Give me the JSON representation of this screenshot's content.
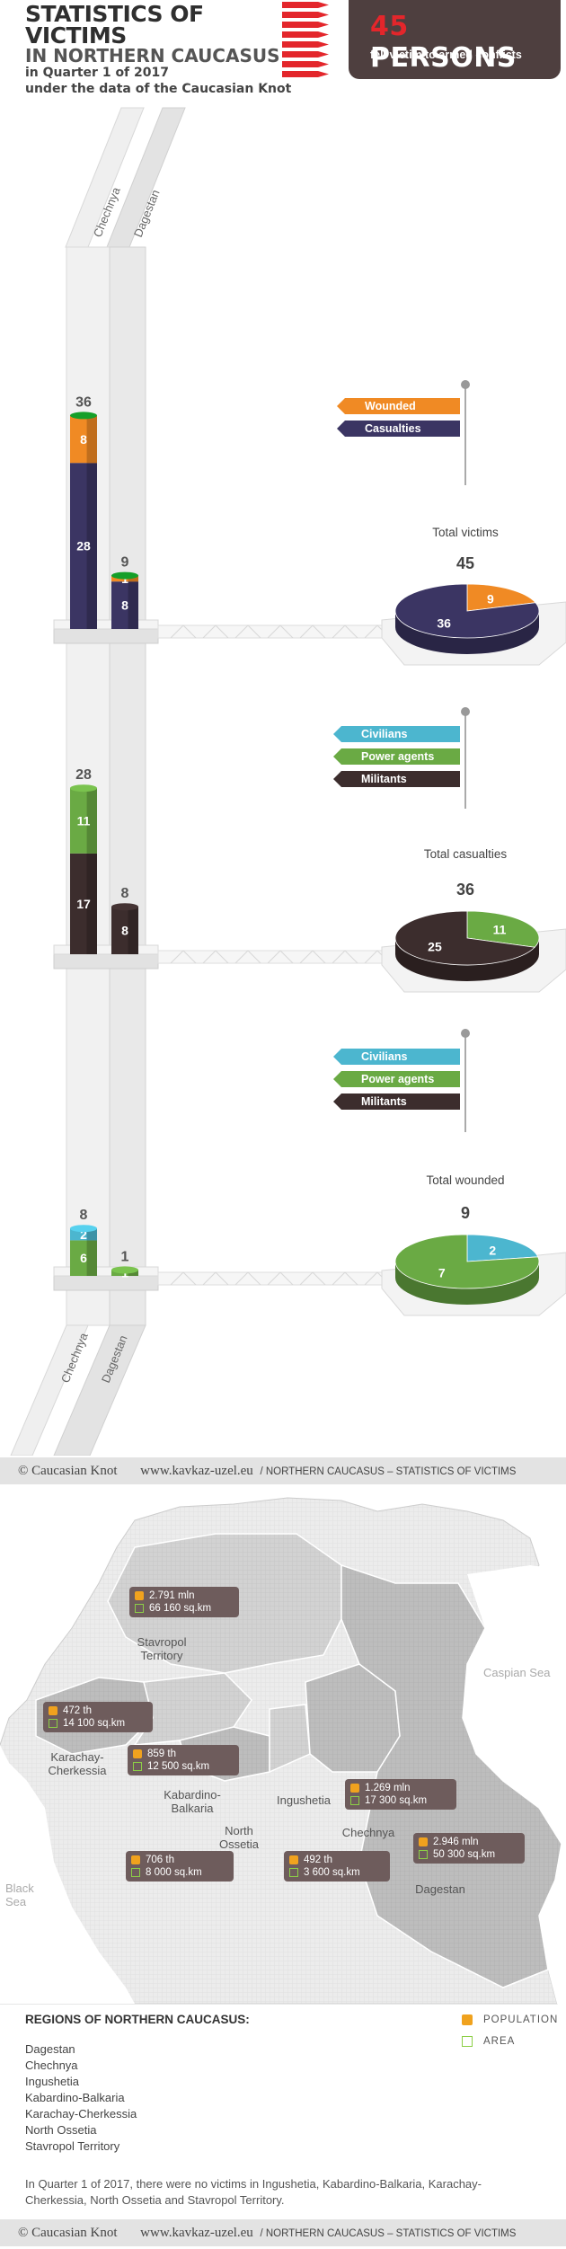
{
  "header": {
    "title_line1": "STATISTICS OF VICTIMS",
    "title_line2": "IN NORTHERN CAUCASUS",
    "title_line3": "in Quarter 1 of 2017",
    "title_line4": "under the data of the Caucasian Knot",
    "banner_number": "45",
    "banner_word": "PERSONS",
    "banner_sub": "fell victim to armed conflicts"
  },
  "colors": {
    "wounded": "#f08a24",
    "casualties": "#3b3563",
    "civilians": "#4cb6cf",
    "power_agents": "#6aaa44",
    "militants": "#3c2d2d",
    "banner": "#4e3f3f",
    "accent_red": "#e3262b"
  },
  "labels": {
    "chechnya_top": "Chechnya",
    "dagestan_top": "Dagestan",
    "chechnya_bottom": "Chechnya",
    "dagestan_bottom": "Dagestan"
  },
  "legends": {
    "victims": [
      "Wounded",
      "Casualties"
    ],
    "types1": [
      "Civilians",
      "Power agents",
      "Militants"
    ],
    "types2": [
      "Civilians",
      "Power agents",
      "Militants"
    ]
  },
  "chart_data": [
    {
      "type": "bar",
      "stacked": true,
      "categories": [
        "Chechnya",
        "Dagestan"
      ],
      "totals": [
        "36",
        "9"
      ],
      "series": [
        {
          "name": "Casualties",
          "values": [
            28,
            8
          ]
        },
        {
          "name": "Wounded",
          "values": [
            8,
            1
          ]
        }
      ]
    },
    {
      "type": "pie",
      "title": "Total victims",
      "total": "45",
      "slices": [
        {
          "name": "Wounded",
          "value": 9
        },
        {
          "name": "Casualties",
          "value": 36
        }
      ]
    },
    {
      "type": "bar",
      "stacked": true,
      "categories": [
        "Chechnya",
        "Dagestan"
      ],
      "totals": [
        "28",
        "8"
      ],
      "series": [
        {
          "name": "Militants",
          "values": [
            17,
            8
          ]
        },
        {
          "name": "Power agents",
          "values": [
            11,
            0
          ]
        }
      ]
    },
    {
      "type": "pie",
      "title": "Total casualties",
      "total": "36",
      "slices": [
        {
          "name": "Power agents",
          "value": 11
        },
        {
          "name": "Militants",
          "value": 25
        }
      ]
    },
    {
      "type": "bar",
      "stacked": true,
      "categories": [
        "Chechnya",
        "Dagestan"
      ],
      "totals": [
        "8",
        "1"
      ],
      "series": [
        {
          "name": "Power agents",
          "values": [
            6,
            1
          ]
        },
        {
          "name": "Civilians",
          "values": [
            2,
            0
          ]
        }
      ]
    },
    {
      "type": "pie",
      "title": "Total wounded",
      "total": "9",
      "slices": [
        {
          "name": "Civilians",
          "value": 2
        },
        {
          "name": "Power agents",
          "value": 7
        }
      ]
    }
  ],
  "footer": {
    "copyright": "© Caucasian Knot",
    "site": "www.kavkaz-uzel.eu",
    "section": "/ NORTHERN CAUCASUS – STATISTICS OF VICTIMS"
  },
  "map": {
    "regions": {
      "stavropol": "Stavropol Territory",
      "karachay": "Karachay-Cherkessia",
      "kabardino": "Kabardino-Balkaria",
      "ossetia": "North Ossetia",
      "ingushetia": "Ingushetia",
      "chechnya": "Chechnya",
      "dagestan": "Dagestan"
    },
    "seas": {
      "caspian": "Caspian Sea",
      "black": "Black Sea"
    },
    "cards": {
      "stavropol": {
        "pop": "2.791 mln",
        "area": "66 160 sq.km"
      },
      "karachay": {
        "pop": "472 th",
        "area": "14 100 sq.km"
      },
      "kabardino": {
        "pop": "859 th",
        "area": "12 500 sq.km"
      },
      "ossetia": {
        "pop": "706 th",
        "area": "8 000 sq.km"
      },
      "ingushetia": {
        "pop": "492 th",
        "area": "3 600 sq.km"
      },
      "chechnya": {
        "pop": "1.269 mln",
        "area": "17 300 sq.km"
      },
      "dagestan": {
        "pop": "2.946 mln",
        "area": "50 300 sq.km"
      }
    },
    "key_population": "POPULATION",
    "key_area": "AREA"
  },
  "regions_list": {
    "title": "REGIONS OF NORTHERN CAUCASUS:",
    "items": [
      "Dagestan",
      "Chechnya",
      "Ingushetia",
      "Kabardino-Balkaria",
      "Karachay-Cherkessia",
      "North Ossetia",
      "Stavropol Territory"
    ]
  },
  "note": "In Quarter 1 of 2017, there were no victims in Ingushetia, Kabardino-Balkaria, Karachay-Cherkessia, North Ossetia and Stavropol Territory."
}
